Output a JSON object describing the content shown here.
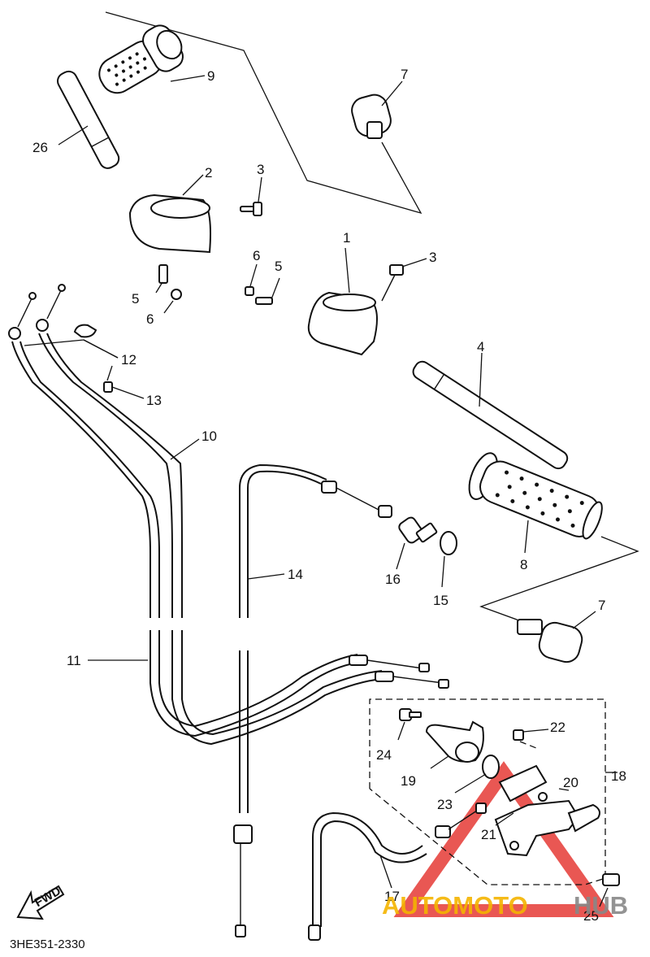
{
  "diagram_code": "3HE351-2330",
  "fwd_label": "FWD",
  "watermark": {
    "text_left": "AUTOMOTO",
    "text_right": "HUB",
    "color_left": "#f4b400",
    "color_right": "#888888",
    "triangle_color": "#e53935"
  },
  "callouts": {
    "c1": "1",
    "c2": "2",
    "c3a": "3",
    "c3b": "3",
    "c4": "4",
    "c5a": "5",
    "c5b": "5",
    "c6a": "6",
    "c6b": "6",
    "c7a": "7",
    "c7b": "7",
    "c8": "8",
    "c9": "9",
    "c10": "10",
    "c11": "11",
    "c12": "12",
    "c13": "13",
    "c14": "14",
    "c15": "15",
    "c16": "16",
    "c17": "17",
    "c18": "18",
    "c19": "19",
    "c20": "20",
    "c21": "21",
    "c22": "22",
    "c23": "23",
    "c24": "24",
    "c25": "25",
    "c26": "26"
  }
}
